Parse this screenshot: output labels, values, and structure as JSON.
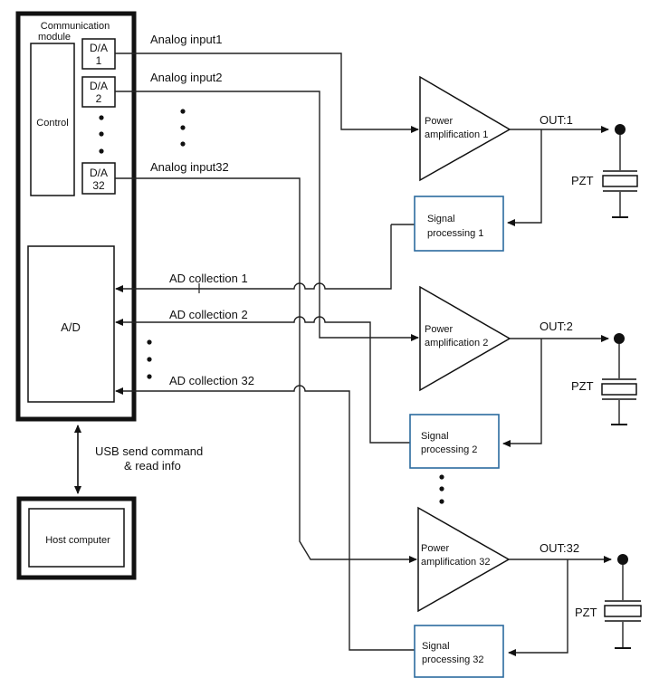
{
  "comm_module": {
    "title_line1": "Communication",
    "title_line2": "module",
    "control": "Control",
    "ad": "A/D"
  },
  "da_blocks": [
    {
      "line1": "D/A",
      "line2": "1"
    },
    {
      "line1": "D/A",
      "line2": "2"
    },
    {
      "line1": "D/A",
      "line2": "32"
    }
  ],
  "analog_inputs": [
    "Analog input1",
    "Analog input2",
    "Analog input32"
  ],
  "ad_collections": [
    "AD collection 1",
    "AD collection 2",
    "AD collection 32"
  ],
  "amplifiers": [
    {
      "line1": "Power",
      "line2": "amplification 1"
    },
    {
      "line1": "Power",
      "line2": "amplification 2"
    },
    {
      "line1": "Power",
      "line2": "amplification 32"
    }
  ],
  "outputs": [
    "OUT:1",
    "OUT:2",
    "OUT:32"
  ],
  "signal_processing": [
    {
      "line1": "Signal",
      "line2": "processing 1"
    },
    {
      "line1": "Signal",
      "line2": "processing 2"
    },
    {
      "line1": "Signal",
      "line2": "processing 32"
    }
  ],
  "pzt_label": "PZT",
  "usb": {
    "line1": "USB send command",
    "line2": "& read info"
  },
  "host": "Host computer"
}
